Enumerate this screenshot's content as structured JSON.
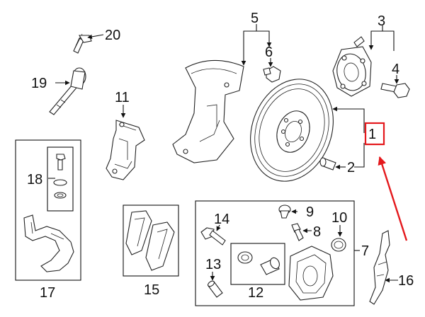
{
  "diagram": {
    "callouts": [
      {
        "id": "c1",
        "text": "1"
      },
      {
        "id": "c2",
        "text": "2"
      },
      {
        "id": "c3",
        "text": "3"
      },
      {
        "id": "c4",
        "text": "4"
      },
      {
        "id": "c5",
        "text": "5"
      },
      {
        "id": "c6",
        "text": "6"
      },
      {
        "id": "c7",
        "text": "7"
      },
      {
        "id": "c8",
        "text": "8"
      },
      {
        "id": "c9",
        "text": "9"
      },
      {
        "id": "c10",
        "text": "10"
      },
      {
        "id": "c11",
        "text": "11"
      },
      {
        "id": "c12",
        "text": "12"
      },
      {
        "id": "c13",
        "text": "13"
      },
      {
        "id": "c14",
        "text": "14"
      },
      {
        "id": "c15",
        "text": "15"
      },
      {
        "id": "c16",
        "text": "16"
      },
      {
        "id": "c17",
        "text": "17"
      },
      {
        "id": "c18",
        "text": "18"
      },
      {
        "id": "c19",
        "text": "19"
      },
      {
        "id": "c20",
        "text": "20"
      }
    ],
    "highlight": {
      "target": "1",
      "color": "#e4181c"
    }
  }
}
